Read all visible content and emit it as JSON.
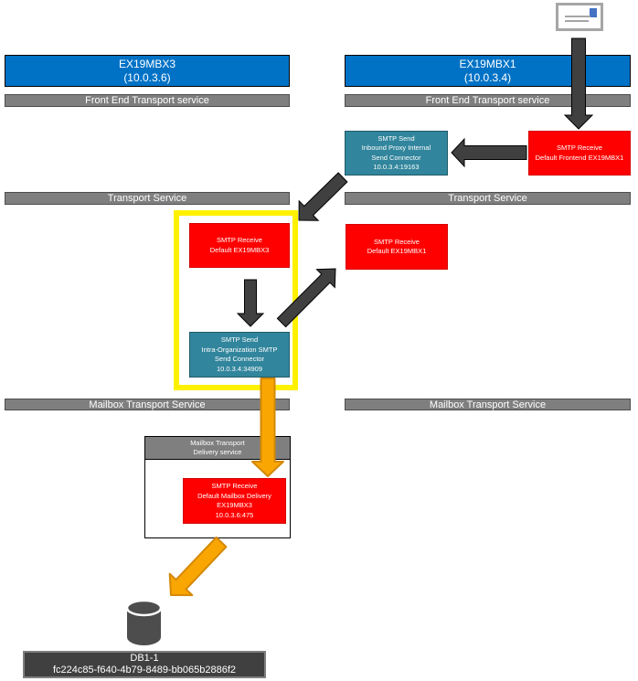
{
  "colors": {
    "server_blue": "#0072C6",
    "bar_gray": "#7F7F7F",
    "receive_red": "#FF0000",
    "send_teal": "#31859C",
    "arrow_dark": "#404040",
    "arrow_orange": "#F9A602",
    "highlight_yellow": "#FFF100",
    "db_label_bg": "#404040"
  },
  "servers": {
    "left": {
      "name": "EX19MBX3",
      "ip": "(10.0.3.6)"
    },
    "right": {
      "name": "EX19MBX1",
      "ip": "(10.0.3.4)"
    }
  },
  "bars": {
    "front_end": "Front End Transport service",
    "transport": "Transport Service",
    "mailbox": "Mailbox Transport Service"
  },
  "boxes": {
    "inbound_proxy": {
      "lines": [
        "SMTP Send",
        "Inbound Proxy Internal",
        "Send Connector",
        "10.0.3.4:19163"
      ]
    },
    "frontend_receive": {
      "lines": [
        "SMTP Receive",
        "Default Frontend EX19MBX1"
      ]
    },
    "receive_mbx3": {
      "lines": [
        "SMTP Receive",
        "Default EX19MBX3"
      ]
    },
    "receive_mbx1": {
      "lines": [
        "SMTP Receive",
        "Default EX19MBX1"
      ]
    },
    "intra_org_send": {
      "lines": [
        "SMTP Send",
        "Intra-Organization SMTP",
        "Send Connector",
        "10.0.3.4:34909"
      ]
    },
    "delivery_header": {
      "lines": [
        "Mailbox Transport",
        "Delivery service"
      ]
    },
    "mailbox_delivery": {
      "lines": [
        "SMTP Receive",
        "Default Mailbox Delivery",
        "EX19MBX3",
        "10.0.3.6:475"
      ]
    }
  },
  "database": {
    "name": "DB1-1",
    "guid": "fc224c85-f640-4b79-8489-bb065b2886f2"
  }
}
